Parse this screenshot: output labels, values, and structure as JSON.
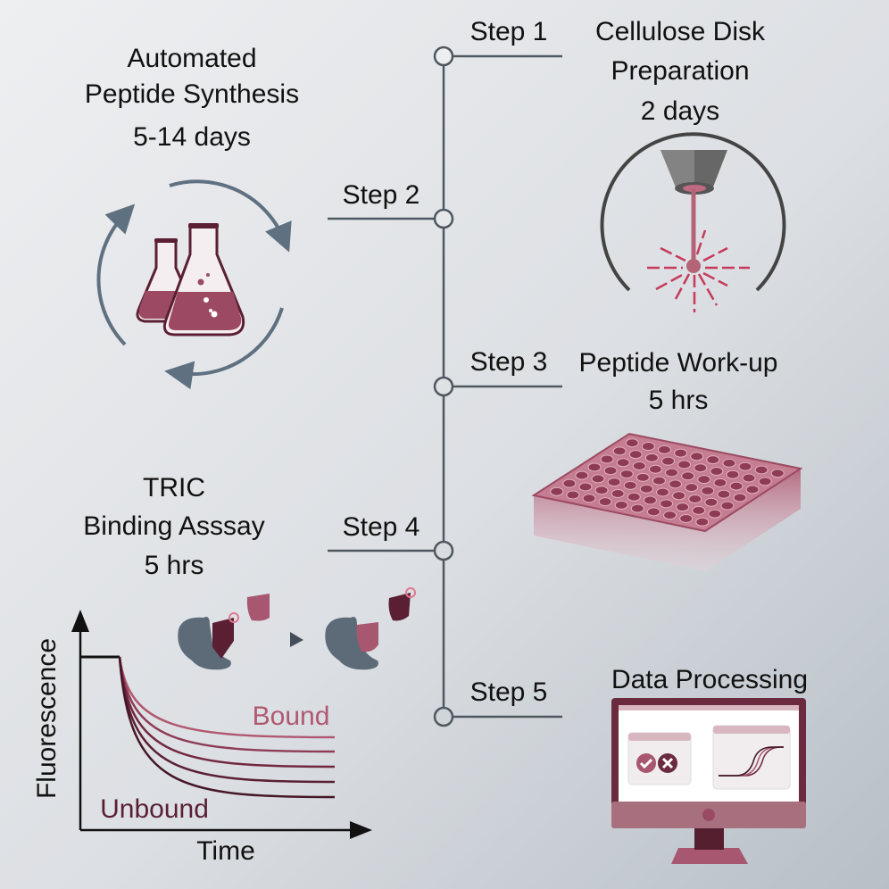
{
  "colors": {
    "timeline": "#4f5860",
    "accent": "#9c4a63",
    "dark_accent": "#5a1f33",
    "arrow": "#5f7080"
  },
  "steps": [
    {
      "label": "Step 1",
      "title_lines": [
        "Cellulose Disk",
        "Preparation"
      ],
      "duration": "2 days",
      "icon": "laser-icon"
    },
    {
      "label": "Step 2",
      "title_lines": [
        "Automated",
        "Peptide Synthesis"
      ],
      "duration": "5-14 days",
      "icon": "flask-cycle-icon"
    },
    {
      "label": "Step 3",
      "title_lines": [
        "Peptide Work-up"
      ],
      "duration": "5 hrs",
      "icon": "well-plate-icon"
    },
    {
      "label": "Step 4",
      "title_lines": [
        "TRIC",
        "Binding Asssay"
      ],
      "duration": "5 hrs",
      "icon": "binding-icon"
    },
    {
      "label": "Step 5",
      "title_lines": [
        "Data Processing"
      ],
      "duration": "",
      "icon": "monitor-icon"
    }
  ],
  "graph": {
    "ylabel": "Fluorescence",
    "xlabel": "Time",
    "top_label": "Bound",
    "bottom_label": "Unbound"
  }
}
